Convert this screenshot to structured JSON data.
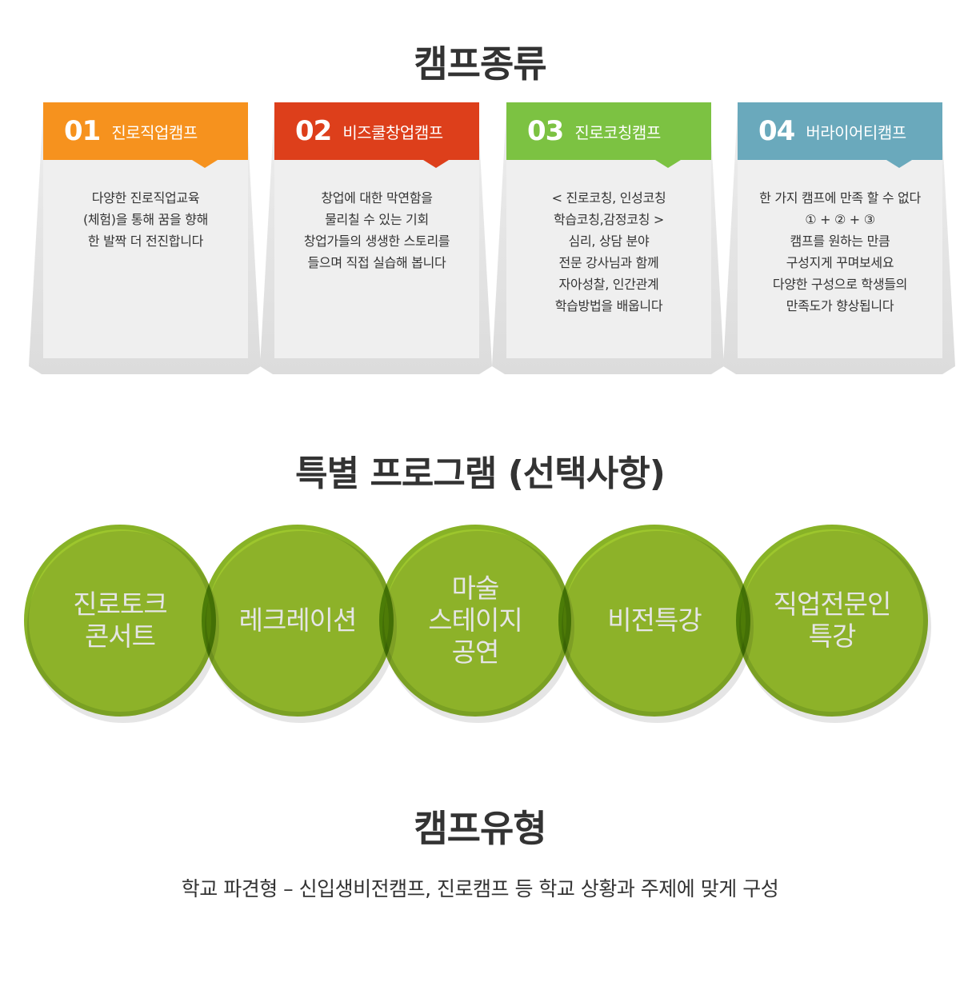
{
  "section1": {
    "title": "캠프종류"
  },
  "cards": [
    {
      "num": "01",
      "title": "진로직업캠프",
      "color": "#f6921e",
      "lines": [
        "다양한 진로직업교육",
        "(체험)을 통해 꿈을 향해",
        "한 발짝 더 전진합니다"
      ]
    },
    {
      "num": "02",
      "title": "비즈쿨창업캠프",
      "color": "#dd3f1b",
      "lines": [
        "창업에 대한 막연함을",
        "물리칠 수 있는 기회",
        "창업가들의 생생한 스토리를",
        "들으며 직접 실습해 봅니다"
      ]
    },
    {
      "num": "03",
      "title": "진로코칭캠프",
      "color": "#7cc242",
      "lines": [
        "< 진로코칭, 인성코칭",
        "학습코칭,감정코칭 >",
        "심리, 상담 분야",
        "전문 강사님과 함께",
        "자아성찰, 인간관계",
        "학습방법을 배웁니다"
      ]
    },
    {
      "num": "04",
      "title": "버라이어티캠프",
      "color": "#6aa9bc",
      "lines": [
        "한 가지 캠프에 만족 할 수 없다",
        "① + ② + ③",
        "캠프를 원하는 만큼",
        "구성지게 꾸며보세요",
        "다양한 구성으로 학생들의",
        "만족도가 향상됩니다"
      ]
    }
  ],
  "section2": {
    "title": "특별 프로그램 (선택사항)"
  },
  "programs": [
    {
      "lines": [
        "진로토크",
        "콘서트"
      ]
    },
    {
      "lines": [
        "레크레이션"
      ]
    },
    {
      "lines": [
        "마술",
        "스테이지",
        "공연"
      ]
    },
    {
      "lines": [
        "비전특강"
      ]
    },
    {
      "lines": [
        "직업전문인",
        "특강"
      ]
    }
  ],
  "section3": {
    "title": "캠프유형",
    "text": "학교 파견형 – 신입생비전캠프, 진로캠프 등 학교 상황과 주제에 맞게 구성"
  },
  "colors": {
    "circle": "#9dc62d",
    "circle_border": "#88b227",
    "card_bg": "#efefef"
  }
}
